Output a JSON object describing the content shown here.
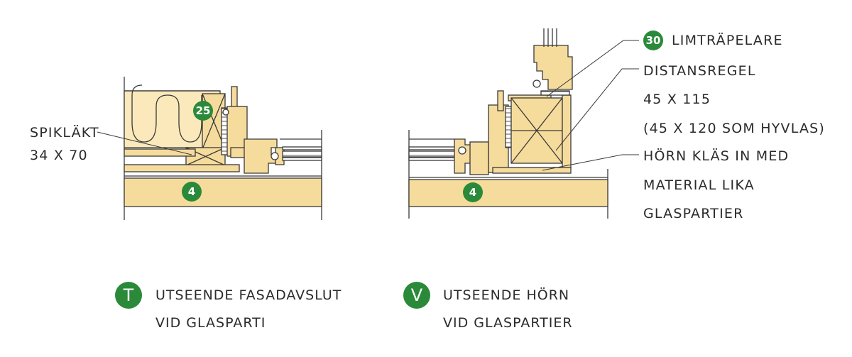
{
  "colors": {
    "badge": "#2a8a3a",
    "wood": "#f6dc9c",
    "wood_dark": "#e8c87a",
    "insulation": "#fbe9bb",
    "line": "#3a3a3a"
  },
  "left_detail": {
    "label_spiklakt_line1": "SPIKLÄKT",
    "label_spiklakt_line2": "34 X 70",
    "badge_25": "25",
    "badge_4": "4"
  },
  "right_detail": {
    "badge_30": "30",
    "label_limtrapelare": "LIMTRÄPELARE",
    "label_distansregel_1": "DISTANSREGEL",
    "label_distansregel_2": "45 X 115",
    "label_distansregel_3": "(45 X 120 SOM HYVLAS)",
    "label_horn_1": "HÖRN KLÄS IN MED",
    "label_horn_2": "MATERIAL LIKA",
    "label_horn_3": "GLASPARTIER",
    "badge_4": "4"
  },
  "captions": {
    "t_letter": "T",
    "t_line1": "UTSEENDE FASADAVSLUT",
    "t_line2": "VID GLASPARTI",
    "v_letter": "V",
    "v_line1": "UTSEENDE HÖRN",
    "v_line2": "VID GLASPARTIER"
  }
}
